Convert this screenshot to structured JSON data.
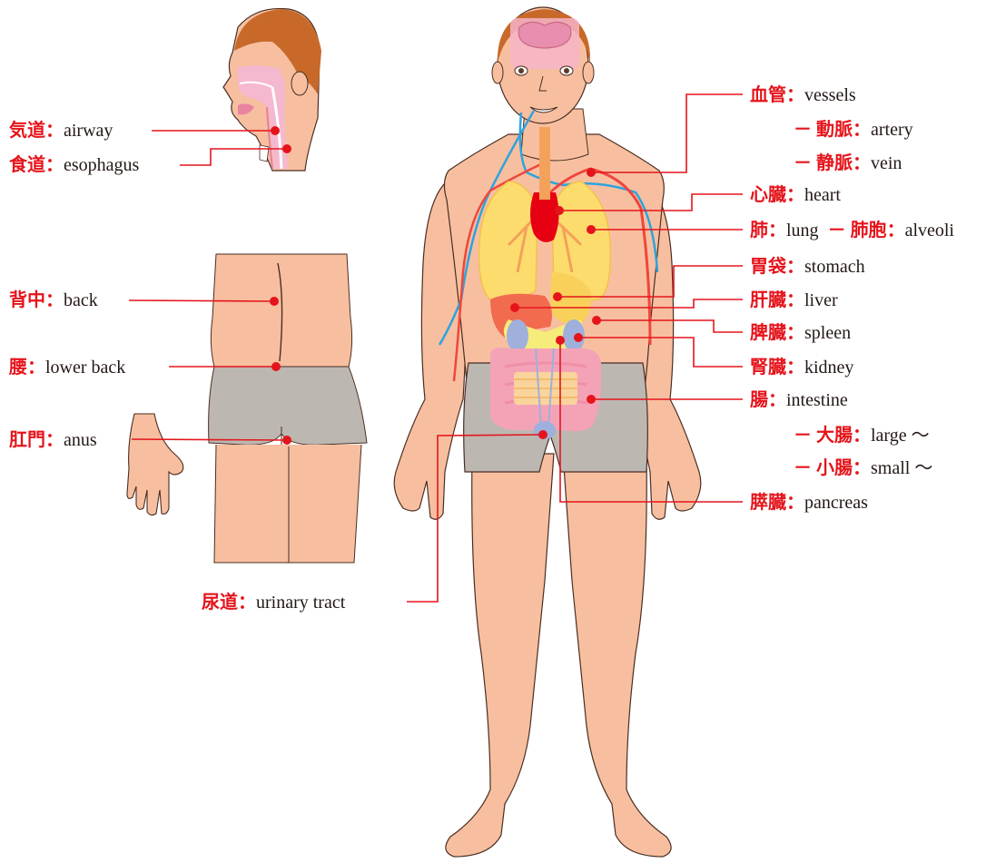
{
  "labels": {
    "airway": {
      "jp": "気道",
      "en": "airway"
    },
    "esophagus": {
      "jp": "食道",
      "en": "esophagus"
    },
    "back": {
      "jp": "背中",
      "en": "back"
    },
    "lower_back": {
      "jp": "腰",
      "en": "lower back"
    },
    "anus": {
      "jp": "肛門",
      "en": "anus"
    },
    "urinary_tract": {
      "jp": "尿道",
      "en": "urinary tract"
    },
    "vessels": {
      "jp": "血管",
      "en": "vessels"
    },
    "artery": {
      "jp": "動脈",
      "en": "artery"
    },
    "vein": {
      "jp": "静脈",
      "en": "vein"
    },
    "heart": {
      "jp": "心臓",
      "en": "heart"
    },
    "lung": {
      "jp": "肺",
      "en": "lung"
    },
    "alveoli": {
      "jp": "肺胞",
      "en": "alveoli"
    },
    "stomach": {
      "jp": "胃袋",
      "en": "stomach"
    },
    "liver": {
      "jp": "肝臓",
      "en": "liver"
    },
    "spleen": {
      "jp": "脾臓",
      "en": "spleen"
    },
    "kidney": {
      "jp": "腎臓",
      "en": "kidney"
    },
    "intestine": {
      "jp": "腸",
      "en": "intestine"
    },
    "large_intestine": {
      "jp": "大腸",
      "en": "large ～"
    },
    "small_intestine": {
      "jp": "小腸",
      "en": "small ～"
    },
    "pancreas": {
      "jp": "膵臓",
      "en": "pancreas"
    }
  },
  "separator": "：",
  "sub_dash": "－",
  "colors": {
    "label_red": "#e5141b",
    "skin": "#f7bfa0",
    "skin_outline": "#4a2e22",
    "hair": "#c8692a",
    "shorts": "#bdb7b2",
    "lung": "#fddc6e",
    "heart": "#e60012",
    "intestine": "#f4a3b7",
    "kidney": "#9fb0dc",
    "vessel_artery": "#f0463c",
    "vessel_vein": "#2fa3dc"
  }
}
